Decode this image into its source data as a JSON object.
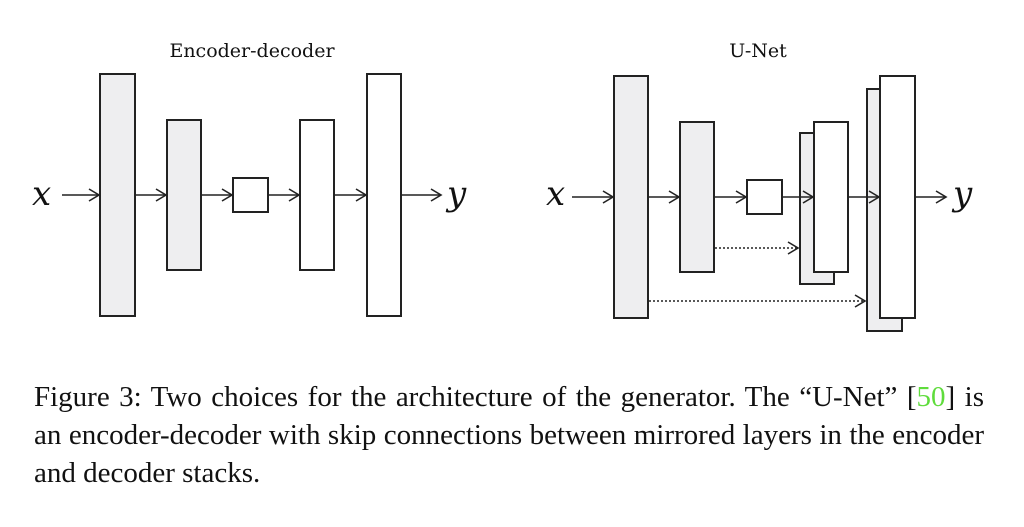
{
  "colors": {
    "encoder_fill": "#eeeef0",
    "decoder_fill": "#ffffff",
    "stroke": "#222222",
    "citation": "#5fdc3c"
  },
  "diagrams": [
    {
      "id": "encoder-decoder",
      "title": "Encoder-decoder",
      "input_label": "x",
      "output_label": "y",
      "layers": [
        {
          "role": "encoder",
          "size": "large"
        },
        {
          "role": "encoder",
          "size": "medium"
        },
        {
          "role": "bottleneck",
          "size": "small"
        },
        {
          "role": "decoder",
          "size": "medium"
        },
        {
          "role": "decoder",
          "size": "large"
        }
      ],
      "skip_connections": []
    },
    {
      "id": "u-net",
      "title": "U-Net",
      "input_label": "x",
      "output_label": "y",
      "layers": [
        {
          "role": "encoder",
          "size": "large"
        },
        {
          "role": "encoder",
          "size": "medium"
        },
        {
          "role": "bottleneck",
          "size": "small"
        },
        {
          "role": "decoder",
          "size": "medium",
          "concatenated": true
        },
        {
          "role": "decoder",
          "size": "large",
          "concatenated": true
        }
      ],
      "skip_connections": [
        {
          "from": 1,
          "to": 3,
          "style": "dotted"
        },
        {
          "from": 0,
          "to": 4,
          "style": "dotted"
        }
      ]
    }
  ],
  "caption": {
    "label": "Figure 3:",
    "text_before_cite": " Two choices for the architecture of the generator. The “U-Net” [",
    "citation": "50",
    "text_after_cite": "] is an encoder-decoder with skip connections between mirrored layers in the encoder and decoder stacks."
  }
}
